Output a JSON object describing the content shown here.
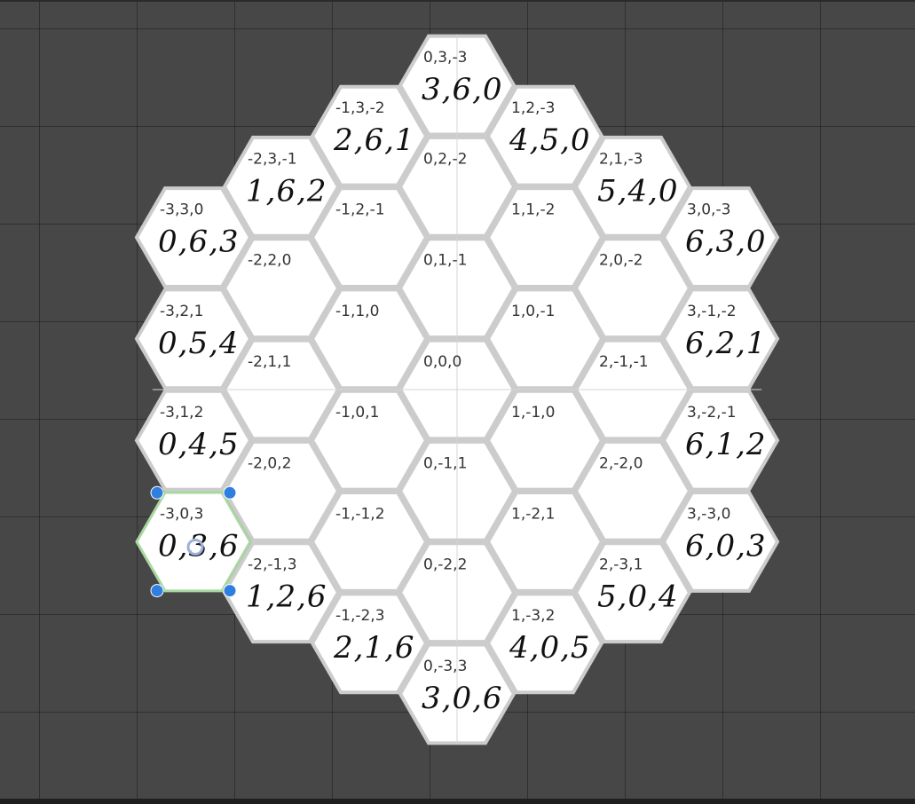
{
  "hexes": [
    {
      "q": 0,
      "r": -3,
      "coord": "0,3,-3",
      "note": "3,6,0"
    },
    {
      "q": -1,
      "r": -2,
      "coord": "-1,3,-2",
      "note": "2,6,1"
    },
    {
      "q": 1,
      "r": -3,
      "coord": "1,2,-3",
      "note": "4,5,0"
    },
    {
      "q": -2,
      "r": -1,
      "coord": "-2,3,-1",
      "note": "1,6,2"
    },
    {
      "q": 0,
      "r": -2,
      "coord": "0,2,-2",
      "note": ""
    },
    {
      "q": 2,
      "r": -3,
      "coord": "2,1,-3",
      "note": "5,4,0"
    },
    {
      "q": -3,
      "r": 0,
      "coord": "-3,3,0",
      "note": "0,6,3"
    },
    {
      "q": -1,
      "r": -1,
      "coord": "-1,2,-1",
      "note": ""
    },
    {
      "q": 1,
      "r": -2,
      "coord": "1,1,-2",
      "note": ""
    },
    {
      "q": 3,
      "r": -3,
      "coord": "3,0,-3",
      "note": "6,3,0"
    },
    {
      "q": -2,
      "r": 0,
      "coord": "-2,2,0",
      "note": ""
    },
    {
      "q": 0,
      "r": -1,
      "coord": "0,1,-1",
      "note": ""
    },
    {
      "q": 2,
      "r": -2,
      "coord": "2,0,-2",
      "note": ""
    },
    {
      "q": -3,
      "r": 1,
      "coord": "-3,2,1",
      "note": "0,5,4"
    },
    {
      "q": -1,
      "r": 0,
      "coord": "-1,1,0",
      "note": ""
    },
    {
      "q": 1,
      "r": -1,
      "coord": "1,0,-1",
      "note": ""
    },
    {
      "q": 3,
      "r": -2,
      "coord": "3,-1,-2",
      "note": "6,2,1"
    },
    {
      "q": -2,
      "r": 1,
      "coord": "-2,1,1",
      "note": ""
    },
    {
      "q": 0,
      "r": 0,
      "coord": "0,0,0",
      "note": ""
    },
    {
      "q": 2,
      "r": -1,
      "coord": "2,-1,-1",
      "note": ""
    },
    {
      "q": -3,
      "r": 2,
      "coord": "-3,1,2",
      "note": "0,4,5"
    },
    {
      "q": -1,
      "r": 1,
      "coord": "-1,0,1",
      "note": ""
    },
    {
      "q": 1,
      "r": 0,
      "coord": "1,-1,0",
      "note": ""
    },
    {
      "q": 3,
      "r": -1,
      "coord": "3,-2,-1",
      "note": "6,1,2"
    },
    {
      "q": -2,
      "r": 2,
      "coord": "-2,0,2",
      "note": ""
    },
    {
      "q": 0,
      "r": 1,
      "coord": "0,-1,1",
      "note": ""
    },
    {
      "q": 2,
      "r": 0,
      "coord": "2,-2,0",
      "note": ""
    },
    {
      "q": -3,
      "r": 3,
      "coord": "-3,0,3",
      "note": "0,3,6",
      "selected": true
    },
    {
      "q": -1,
      "r": 2,
      "coord": "-1,-1,2",
      "note": ""
    },
    {
      "q": 1,
      "r": 1,
      "coord": "1,-2,1",
      "note": ""
    },
    {
      "q": 3,
      "r": 0,
      "coord": "3,-3,0",
      "note": "6,0,3"
    },
    {
      "q": -2,
      "r": 3,
      "coord": "-2,-1,3",
      "note": "1,2,6"
    },
    {
      "q": 0,
      "r": 2,
      "coord": "0,-2,2",
      "note": ""
    },
    {
      "q": 2,
      "r": 1,
      "coord": "2,-3,1",
      "note": "5,0,4"
    },
    {
      "q": -1,
      "r": 3,
      "coord": "-1,-2,3",
      "note": "2,1,6"
    },
    {
      "q": 1,
      "r": 2,
      "coord": "1,-3,2",
      "note": "4,0,5"
    },
    {
      "q": 0,
      "r": 3,
      "coord": "0,-3,3",
      "note": "3,0,6"
    }
  ]
}
